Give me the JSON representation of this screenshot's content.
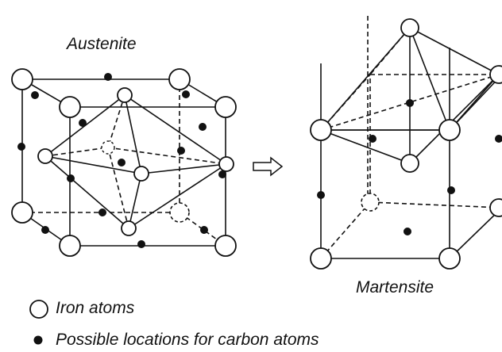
{
  "labels": {
    "austenite": "Austenite",
    "martensite": "Martensite",
    "transform_arrow": "transformation-arrow"
  },
  "legend": {
    "iron": {
      "symbol": "open-circle",
      "text": "Iron atoms"
    },
    "carbon": {
      "symbol": "filled-dot",
      "text": "Possible locations for carbon atoms"
    }
  },
  "colors": {
    "line": "#111111",
    "iron_fill": "#ffffff",
    "carbon_fill": "#111111",
    "background": "#ffffff"
  }
}
